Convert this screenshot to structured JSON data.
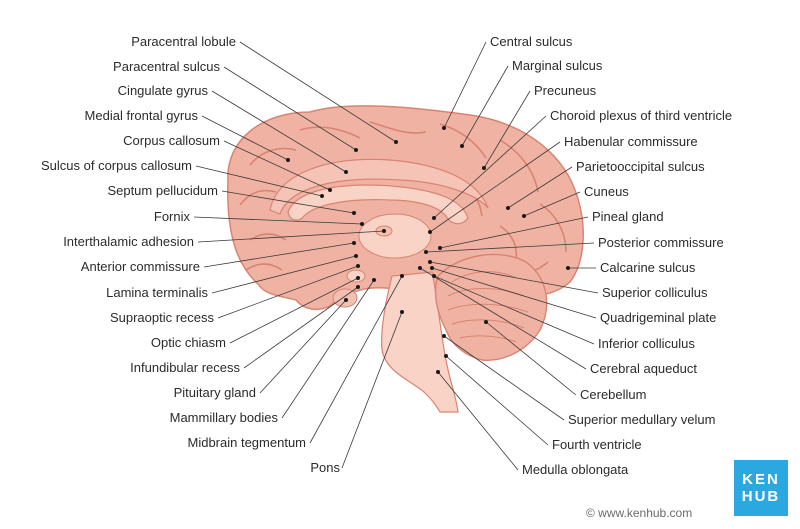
{
  "colors": {
    "brain_fill": "#f0b3a3",
    "brain_dark": "#d98472",
    "brain_light": "#f8d3c6",
    "text": "#2b2b2b",
    "logo_bg": "#2ba8e0"
  },
  "labels_left": [
    "Paracentral lobule",
    "Paracentral sulcus",
    "Cingulate gyrus",
    "Medial frontal gyrus",
    "Corpus callosum",
    "Sulcus of corpus callosum",
    "Septum pellucidum",
    "Fornix",
    "Interthalamic adhesion",
    "Anterior commissure",
    "Lamina terminalis",
    "Supraoptic recess",
    "Optic chiasm",
    "Infundibular recess",
    "Pituitary gland",
    "Mammillary bodies",
    "Midbrain tegmentum",
    "Pons"
  ],
  "labels_right": [
    "Central sulcus",
    "Marginal sulcus",
    "Precuneus",
    "Choroid plexus of third ventricle",
    "Habenular commissure",
    "Parietooccipital sulcus",
    "Cuneus",
    "Pineal gland",
    "Posterior commissure",
    "Calcarine sulcus",
    "Superior colliculus",
    "Quadrigeminal plate",
    "Inferior colliculus",
    "Cerebral aqueduct",
    "Cerebellum",
    "Superior medullary velum",
    "Fourth ventricle",
    "Medulla oblongata"
  ],
  "footer": {
    "copyright": "© www.kenhub.com",
    "logo_line1": "KEN",
    "logo_line2": "HUB"
  }
}
